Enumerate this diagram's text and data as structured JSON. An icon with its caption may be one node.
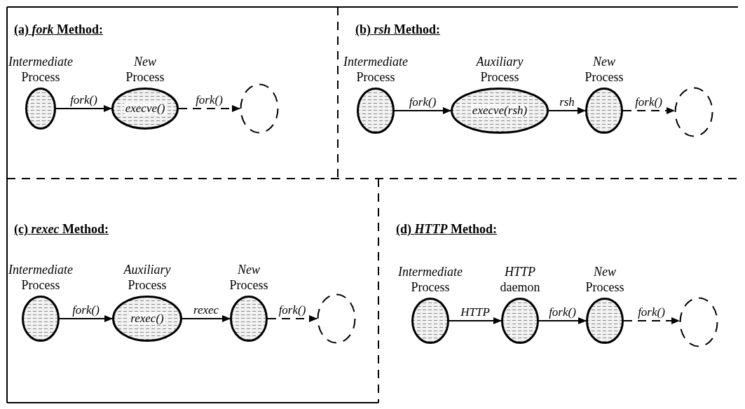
{
  "diagram": {
    "nodes": [
      {
        "text": [
          "(a) *fork* Method:"
        ]
      },
      {
        "text": [
          "*Intermediate* Process"
        ],
        "in": 0
      },
      {
        "text": [
          "*New* Process",
          "execve()"
        ],
        "in": 0
      },
      {
        "text": [],
        "shape": "circle",
        "in": 0
      },
      {
        "text": [
          "(b) *rsh* Method:"
        ]
      },
      {
        "text": [
          "*Intermediate* Process"
        ],
        "in": 4
      },
      {
        "text": [
          "*Auxiliary* Process",
          "execve(rsh)"
        ],
        "in": 4
      },
      {
        "text": [
          "*New* Process"
        ],
        "in": 4
      },
      {
        "text": [],
        "shape": "circle",
        "in": 4
      },
      {
        "text": [
          "(c) *rexec* Method:"
        ]
      },
      {
        "text": [
          "*Intermediate* Process"
        ],
        "in": 9
      },
      {
        "text": [
          "*Auxiliary* Process",
          "rexec()"
        ],
        "in": 9
      },
      {
        "text": [
          "*New* Process"
        ],
        "in": 9
      },
      {
        "text": [],
        "shape": "circle",
        "in": 9
      },
      {
        "text": [
          "(d) *HTTP* Method:"
        ]
      },
      {
        "text": [
          "*Intermediate* Process"
        ],
        "in": 14
      },
      {
        "text": [
          "*HTTP* daemon"
        ],
        "in": 14
      },
      {
        "text": [
          "*New* Process"
        ],
        "in": 14
      },
      {
        "text": [],
        "shape": "circle",
        "in": 14
      }
    ],
    "edges": [
      {
        "from": 1,
        "to": 2,
        "arrow": "to",
        "label": "fork()"
      },
      {
        "from": 2,
        "to": 3,
        "arrow": "to",
        "label": "fork()",
        "style": "dashed"
      },
      {
        "from": 5,
        "to": 6,
        "arrow": "to",
        "label": "fork()"
      },
      {
        "from": 6,
        "to": 7,
        "arrow": "to",
        "label": "rsh"
      },
      {
        "from": 7,
        "to": 8,
        "arrow": "to",
        "label": "fork()",
        "style": "dashed"
      },
      {
        "from": 10,
        "to": 11,
        "arrow": "to",
        "label": "fork()"
      },
      {
        "from": 11,
        "to": 12,
        "arrow": "to",
        "label": "rexec"
      },
      {
        "from": 12,
        "to": 13,
        "arrow": "to",
        "label": "fork()",
        "style": "dashed"
      },
      {
        "from": 15,
        "to": 16,
        "arrow": "to",
        "label": "HTTP"
      },
      {
        "from": 16,
        "to": 17,
        "arrow": "to",
        "label": "fork()"
      },
      {
        "from": 17,
        "to": 18,
        "arrow": "to",
        "label": "fork()",
        "style": "dashed"
      }
    ]
  }
}
